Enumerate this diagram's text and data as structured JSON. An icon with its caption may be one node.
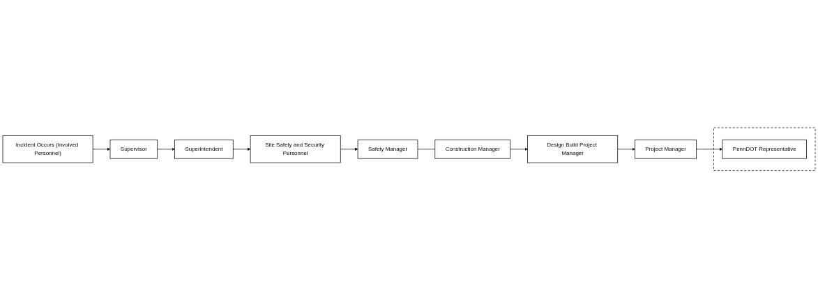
{
  "diagram": {
    "nodes": [
      {
        "text": [
          "Incident Occurs (Involved Personnel)"
        ]
      },
      {
        "text": [
          "Supervisor"
        ]
      },
      {
        "text": [
          "Superintendent"
        ]
      },
      {
        "text": [
          "Project Manager"
        ]
      },
      {
        "text": [],
        "shape": "box"
      },
      {
        "text": [
          "PennDOT Representative"
        ],
        "in": 4
      },
      {
        "text": [
          "Site Safety and Security Personnel"
        ]
      },
      {
        "text": [
          "Design Build Project Manager"
        ]
      },
      {
        "text": [
          "Safety Manager"
        ]
      },
      {
        "text": [
          "Construction Manager"
        ]
      }
    ],
    "edges": [
      {
        "from": 0,
        "to": 1,
        "arrow": "to"
      },
      {
        "from": 1,
        "to": 2,
        "arrow": "to"
      },
      {
        "from": 2,
        "to": 6,
        "arrow": "to"
      },
      {
        "from": 6,
        "to": 8,
        "arrow": "to"
      },
      {
        "from": 8,
        "to": 9,
        "arrow": "none"
      },
      {
        "from": 9,
        "to": 7,
        "arrow": "to"
      },
      {
        "from": 7,
        "to": 3,
        "arrow": "to"
      },
      {
        "from": 3,
        "to": 5,
        "arrow": "to"
      }
    ]
  }
}
